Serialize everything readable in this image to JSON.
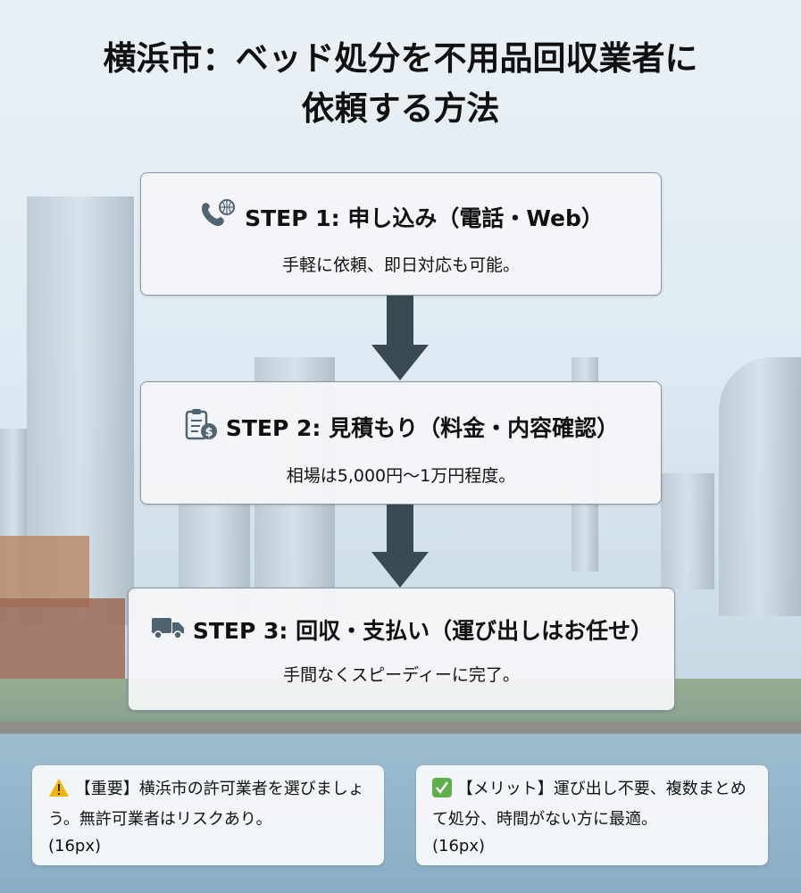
{
  "title": {
    "line1": "横浜市：ベッド処分を不用品回収業者に",
    "line2": "依頼する方法"
  },
  "steps": [
    {
      "heading": "STEP 1: 申し込み（電話・Web）",
      "desc": "手軽に依頼、即日対応も可能。",
      "icon": "phone-globe-icon"
    },
    {
      "heading": "STEP 2: 見積もり（料金・内容確認）",
      "desc": "相場は5,000円〜1万円程度。",
      "icon": "clipboard-dollar-icon"
    },
    {
      "heading": "STEP 3: 回収・支払い（運び出しはお任せ）",
      "desc": "手間なくスピーディーに完了。",
      "icon": "truck-icon"
    }
  ],
  "notes": [
    {
      "icon": "warning-icon",
      "text": "【重要】横浜市の許可業者を選びましょう。無許可業者はリスクあり。",
      "size": "(16px)"
    },
    {
      "icon": "check-icon",
      "text": "【メリット】運び出し不要、複数まとめて処分、時間がない方に最適。",
      "size": "(16px)"
    }
  ],
  "colors": {
    "arrow": "#3a4a52",
    "icon": "#4f6470",
    "warning": "#f4b400",
    "check": "#5fb04a"
  }
}
